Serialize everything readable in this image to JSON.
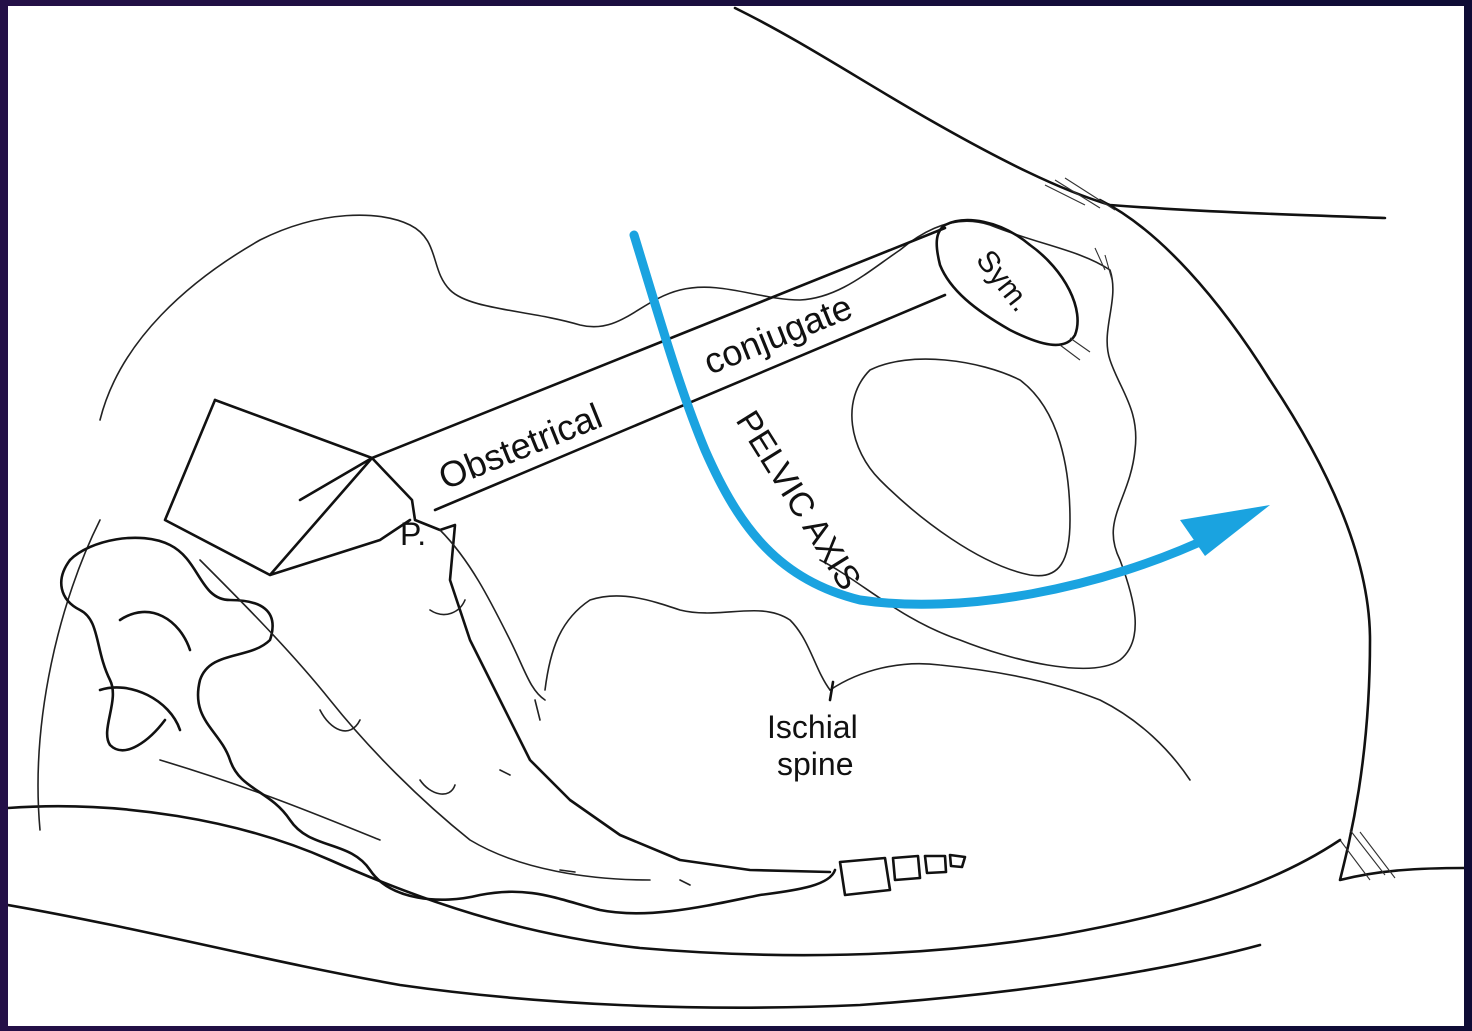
{
  "diagram": {
    "labels": {
      "obstetrical": "Obstetrical",
      "conjugate": "conjugate",
      "pelvic_axis": "PELVIC AXIS",
      "sym": "Sym.",
      "p": "P.",
      "ischial": "Ischial",
      "spine": "spine"
    },
    "colors": {
      "frame_left": "#241047",
      "frame_right": "#0e0c35",
      "background": "#ffffff",
      "ink": "#111111",
      "pelvic_axis_arrow": "#1aa3e0"
    }
  }
}
